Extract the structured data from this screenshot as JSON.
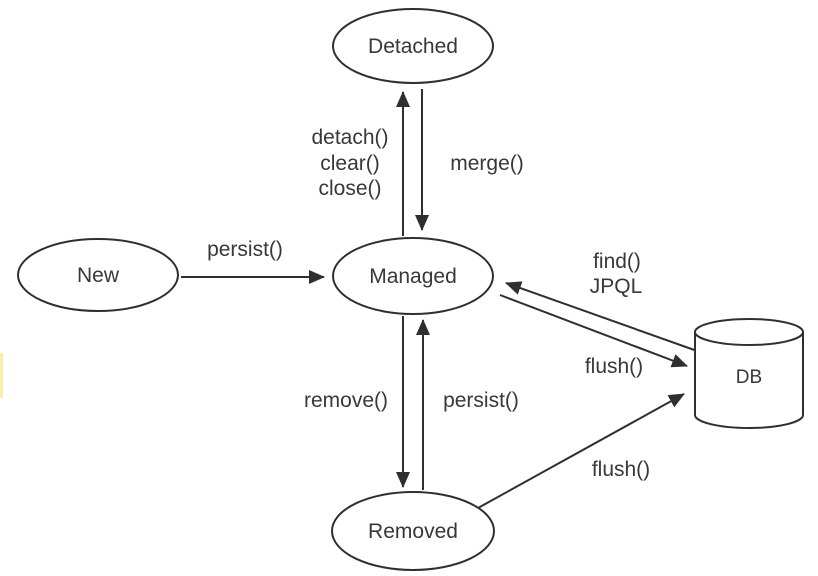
{
  "diagram": {
    "states": {
      "detached": "Detached",
      "new": "New",
      "managed": "Managed",
      "removed": "Removed",
      "db": "DB"
    },
    "transitions": {
      "new_to_managed": "persist()",
      "managed_to_detached": [
        "detach()",
        "clear()",
        "close()"
      ],
      "detached_to_managed": "merge()",
      "db_to_managed": [
        "find()",
        "JPQL"
      ],
      "managed_to_db": "flush()",
      "managed_to_removed": "remove()",
      "removed_to_managed": "persist()",
      "removed_to_db": "flush()"
    },
    "colors": {
      "background": "#ffffff",
      "line": "#2f2f2f",
      "text": "#383838",
      "left_edge_highlight": "#f6f1a7"
    }
  }
}
